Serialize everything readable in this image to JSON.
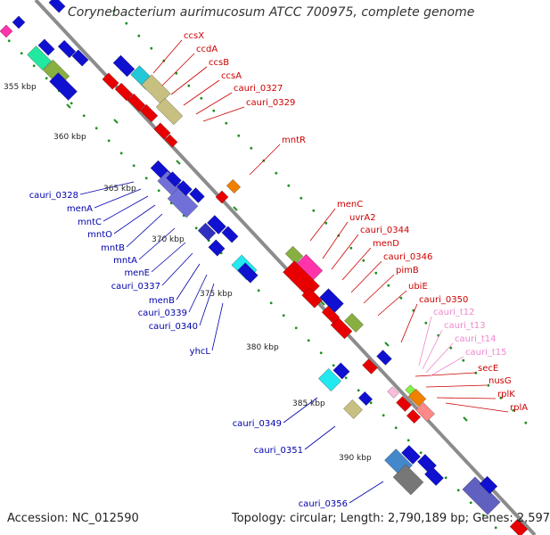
{
  "title": "Corynebacterium aurimucosum ATCC 700975, complete genome",
  "accession": "Accession: NC_012590",
  "topology": "Topology: circular; Length: 2,790,189 bp; Genes: 2,597",
  "colors": {
    "backbone": "#8c8c8c",
    "tick": "#1f8f1f",
    "forward_gene": "#e80000",
    "reverse_gene": "#1010d0",
    "forward_label": "#cc0000",
    "reverse_label": "#0000aa",
    "trna_label": "#ee88cc"
  },
  "kbp_markers": [
    "355 kbp",
    "360 kbp",
    "365 kbp",
    "370 kbp",
    "375 kbp",
    "380 kbp",
    "385 kbp",
    "390 kbp"
  ],
  "forward_labels": [
    "ccsX",
    "ccdA",
    "ccsB",
    "ccsA",
    "cauri_0327",
    "cauri_0329",
    "mntR",
    "menC",
    "uvrA2",
    "cauri_0344",
    "menD",
    "cauri_0346",
    "pimB",
    "ubiE",
    "cauri_0350",
    "secE",
    "nusG",
    "rplK",
    "rplA"
  ],
  "trna_labels": [
    "cauri_t12",
    "cauri_t13",
    "cauri_t14",
    "cauri_t15"
  ],
  "reverse_labels": [
    "cauri_0328",
    "menA",
    "mntC",
    "mntO",
    "mntB",
    "mntA",
    "menE",
    "cauri_0337",
    "menB",
    "cauri_0339",
    "cauri_0340",
    "yhcL",
    "cauri_0349",
    "cauri_0351",
    "cauri_0356"
  ]
}
